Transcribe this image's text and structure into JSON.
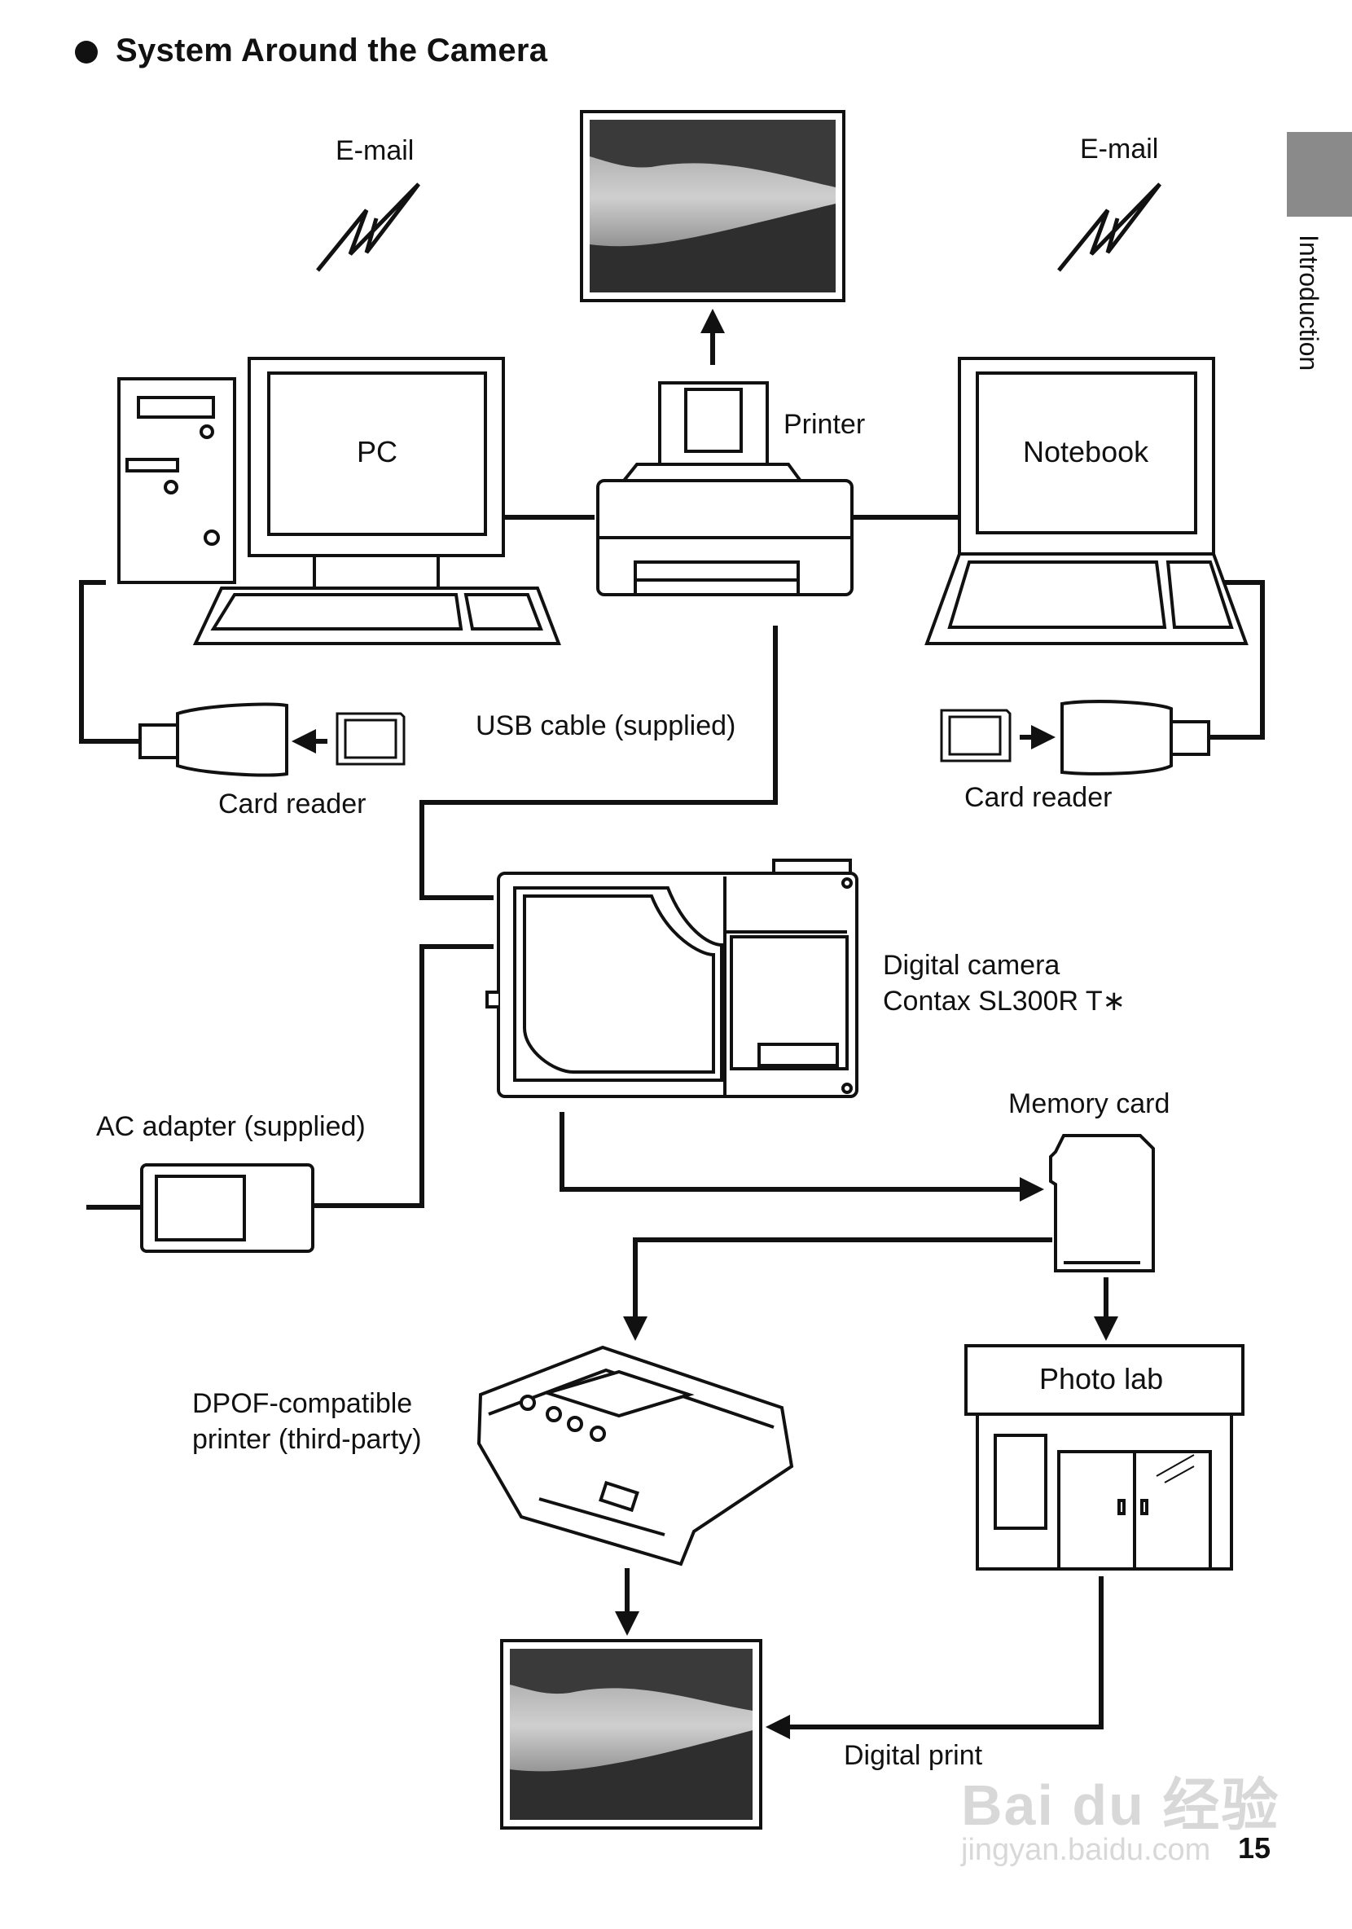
{
  "title": "System Around the Camera",
  "side_tab": "Introduction",
  "page_number": "15",
  "labels": {
    "email_left": "E-mail",
    "email_right": "E-mail",
    "pc": "PC",
    "printer": "Printer",
    "notebook": "Notebook",
    "usb_cable": "USB cable (supplied)",
    "card_reader_left": "Card reader",
    "card_reader_right": "Card reader",
    "camera_line1": "Digital camera",
    "camera_line2": "Contax SL300R T∗",
    "ac_adapter": "AC adapter (supplied)",
    "memory_card": "Memory card",
    "dpof_line1": "DPOF-compatible",
    "dpof_line2": "printer (third-party)",
    "photo_lab": "Photo lab",
    "digital_print": "Digital print"
  },
  "watermark": {
    "logo": "Bai du 经验",
    "url": "jingyan.baidu.com"
  }
}
